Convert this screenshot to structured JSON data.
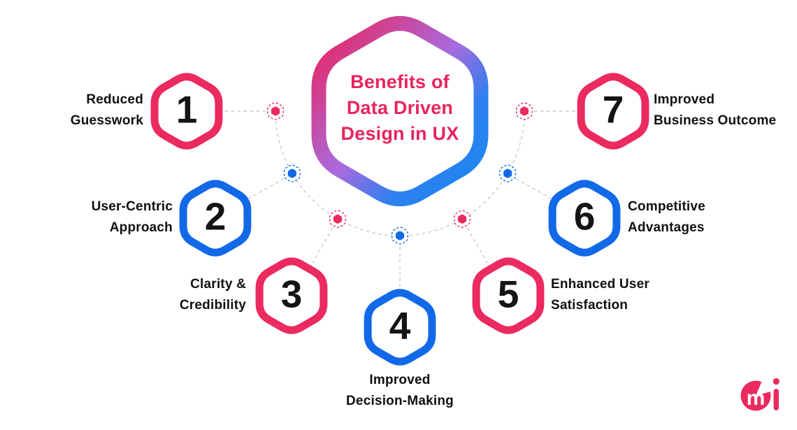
{
  "title": "Benefits of\nData Driven\nDesign in UX",
  "items": [
    {
      "number": "1",
      "label": "Reduced\nGuesswork",
      "color": "pink"
    },
    {
      "number": "2",
      "label": "User-Centric\nApproach",
      "color": "blue"
    },
    {
      "number": "3",
      "label": "Clarity &\nCredibility",
      "color": "pink"
    },
    {
      "number": "4",
      "label": "Improved\nDecision-Making",
      "color": "blue"
    },
    {
      "number": "5",
      "label": "Enhanced User\nSatisfaction",
      "color": "pink"
    },
    {
      "number": "6",
      "label": "Competitive\nAdvantages",
      "color": "blue"
    },
    {
      "number": "7",
      "label": "Improved\nBusiness Outcome",
      "color": "pink"
    }
  ],
  "colors": {
    "pink": "#EB2A5F",
    "blue": "#1269E8",
    "title_pink": "#E8245C",
    "label_text": "#101010",
    "number_text": "#141414",
    "dash_gray": "#C9C9C9",
    "background": "#FFFFFF",
    "center_gradient": [
      "#EC2158",
      "#A96BDE",
      "#2F7FEF",
      "#1689F3"
    ]
  },
  "logo": {
    "icon": "cmi-logo",
    "color": "#EB2A5F"
  }
}
